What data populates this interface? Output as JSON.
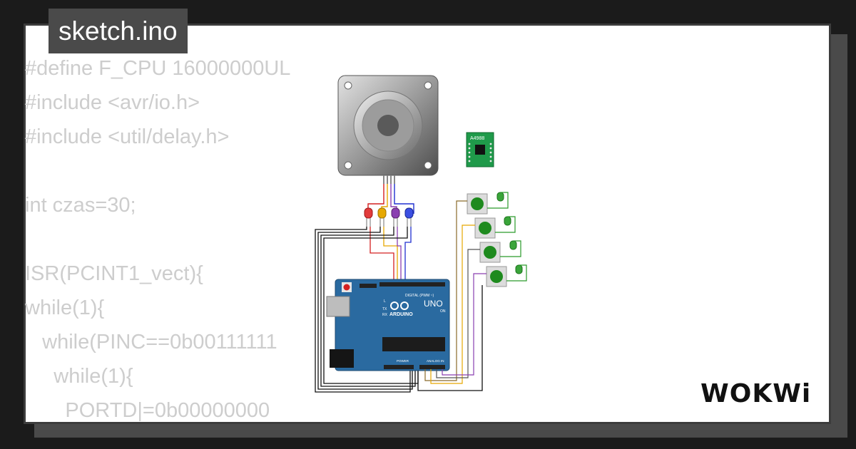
{
  "tab": {
    "filename": "sketch.ino"
  },
  "code": {
    "lines": [
      "#define F_CPU 16000000UL",
      "#include <avr/io.h>",
      "#include <util/delay.h>",
      "",
      "int czas=30;",
      "",
      "ISR(PCINT1_vect){",
      "while(1){",
      "   while(PINC==0b00111111",
      "     while(1){",
      "       PORTD|=0b00000000"
    ]
  },
  "board": {
    "brand": "ARDUINO",
    "model": "UNO",
    "digital_label": "DIGITAL (PWM ~)",
    "power_label": "POWER",
    "analog_label": "ANALOG IN",
    "on_label": "ON",
    "tx_label": "TX",
    "rx_label": "RX",
    "l_label": "L"
  },
  "driver": {
    "label": "A4988"
  },
  "brand_logo": {
    "text": "WOKWi"
  },
  "colors": {
    "led_red": "#e23b3b",
    "led_yellow": "#e6a800",
    "led_purple": "#8a3fb0",
    "led_blue": "#3b4fe2",
    "led_green": "#3aa53a",
    "board_blue": "#2a6aa0",
    "driver_green": "#1f9a4a",
    "button_green": "#1e8a1e"
  }
}
